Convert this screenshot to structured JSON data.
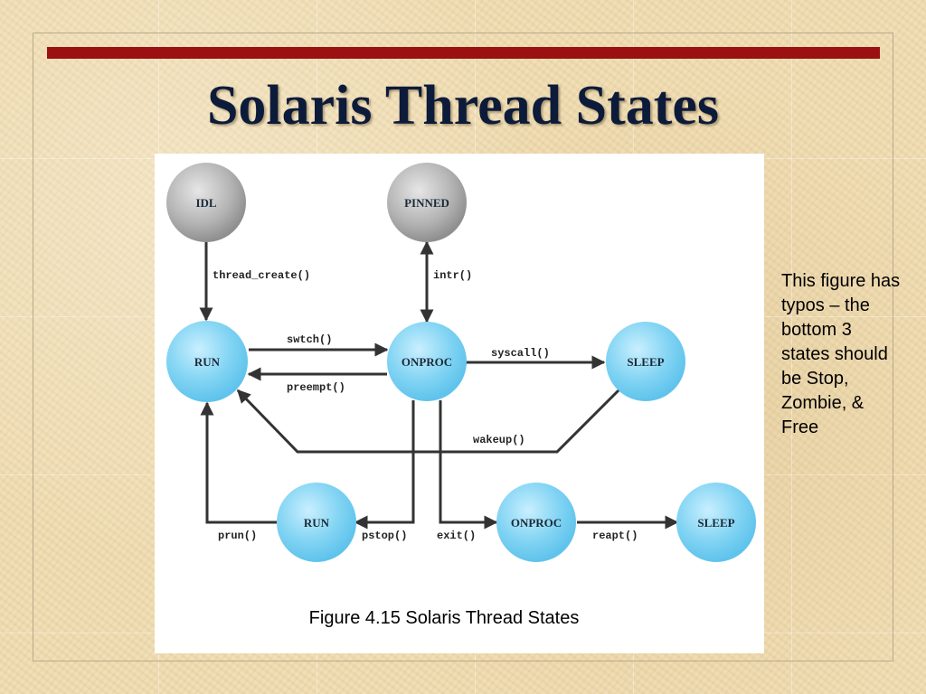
{
  "slide": {
    "title": "Solaris Thread States",
    "note": "This figure has typos – the bottom 3 states should be Stop, Zombie, & Free"
  },
  "figure": {
    "caption": "Figure 4.15  Solaris Thread States",
    "states": {
      "idl": "IDL",
      "pinned": "PINNED",
      "run": "RUN",
      "onproc": "ONPROC",
      "sleep": "SLEEP",
      "run_bottom": "RUN",
      "onproc_bottom": "ONPROC",
      "sleep_bottom": "SLEEP"
    },
    "transitions": {
      "thread_create": "thread_create()",
      "intr": "intr()",
      "swtch": "swtch()",
      "preempt": "preempt()",
      "syscall": "syscall()",
      "wakeup": "wakeup()",
      "prun": "prun()",
      "pstop": "pstop()",
      "exit": "exit()",
      "reapt": "reapt()"
    },
    "colors": {
      "active_state": "#7fd2f2",
      "idle_state": "#b4b4b4",
      "arrow": "#333333"
    }
  }
}
